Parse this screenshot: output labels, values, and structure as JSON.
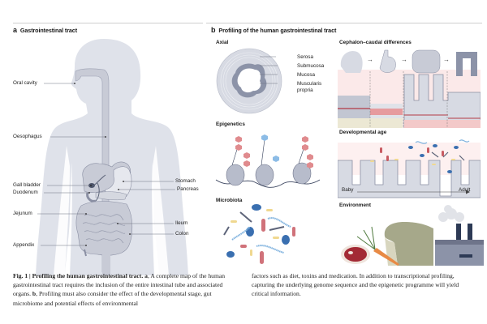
{
  "panel_a": {
    "letter": "a",
    "title": "Gastrointestinal tract",
    "labels": {
      "oral_cavity": "Oral cavity",
      "oesophagus": "Oesophagus",
      "gall_bladder": "Gall bladder",
      "duodenum": "Duodenum",
      "jejunum": "Jejunum",
      "appendix": "Appendix",
      "stomach": "Stomach",
      "pancreas": "Pancreas",
      "ileum": "Ileum",
      "colon": "Colon"
    }
  },
  "panel_b": {
    "letter": "b",
    "title": "Profiling of the human gastrointestinal tract",
    "axial": {
      "title": "Axial",
      "layers": [
        "Serosa",
        "Submucosa",
        "Mucosa",
        "Muscularis",
        "propria"
      ]
    },
    "cephalon": {
      "title": "Cephalon–caudal differences"
    },
    "epigenetics": {
      "title": "Epigenetics"
    },
    "developmental": {
      "title": "Developmental age",
      "start": "Baby",
      "end": "Adult"
    },
    "microbiota": {
      "title": "Microbiota"
    },
    "environment": {
      "title": "Environment"
    }
  },
  "caption": {
    "fig_label": "Fig. 1 | Profiling the human gastrointestinal tract.",
    "a_letter": "a",
    "part1": ", A complete map of the human gastrointestinal tract requires the inclusion of the entire intestinal tube and associated organs. ",
    "b_letter": "b",
    "part2": ", Profiling must also consider the effect of the developmental stage, gut microbiome and potential effects of environmental",
    "col2": "factors such as diet, toxins and medication. In addition to transcriptional profiling, capturing the underlying genome sequence and the epigenetic programme will yield critical information."
  },
  "colors": {
    "body": "#dfe2ea",
    "organ": "#c8cbd6",
    "organ_stroke": "#8a8fa3",
    "red": "#d0727a",
    "blue": "#7fb2de",
    "dark_blue": "#3a6fb0",
    "yellow": "#f0d890"
  }
}
